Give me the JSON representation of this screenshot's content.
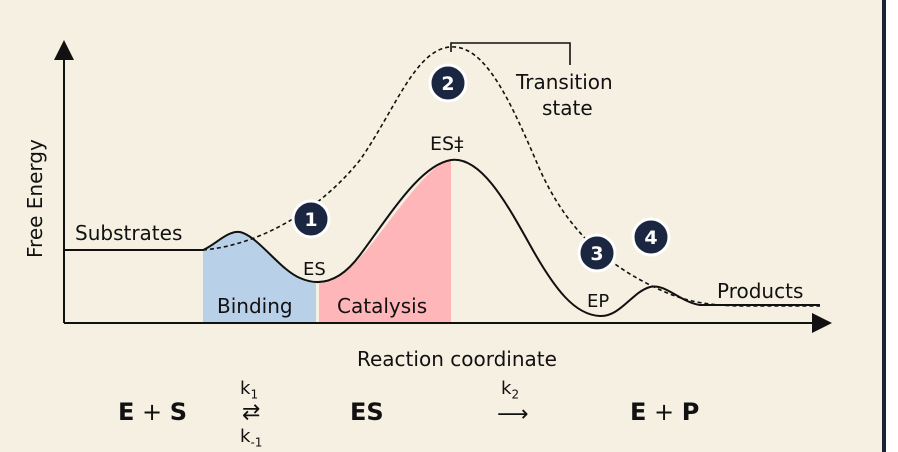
{
  "axis_labels": {
    "y": "Free Energy",
    "x": "Reaction coordinate"
  },
  "labels": {
    "substrates": "Substrates",
    "es": "ES",
    "es_ts": "ES‡",
    "ep": "EP",
    "products": "Products",
    "transition_state_line1": "Transition",
    "transition_state_line2": "state",
    "binding": "Binding",
    "catalysis": "Catalysis"
  },
  "markers": [
    "1",
    "2",
    "3",
    "4"
  ],
  "equation": {
    "left_e": "E",
    "plus1": "+",
    "left_s": "S",
    "k1": "k",
    "k1_sub": "1",
    "km1": "k",
    "km1_sub": "-1",
    "eq_arrows": "⇄",
    "middle": "ES",
    "k2": "k",
    "k2_sub": "2",
    "fwd_arrow": "⟶",
    "right_e": "E",
    "plus2": "+",
    "right_p": "P"
  },
  "colors": {
    "binding_fill": "#b8d0e8",
    "catalysis_fill": "#ffb6b9",
    "marker_fill": "#1b2640",
    "background": "#f5f0e2"
  }
}
